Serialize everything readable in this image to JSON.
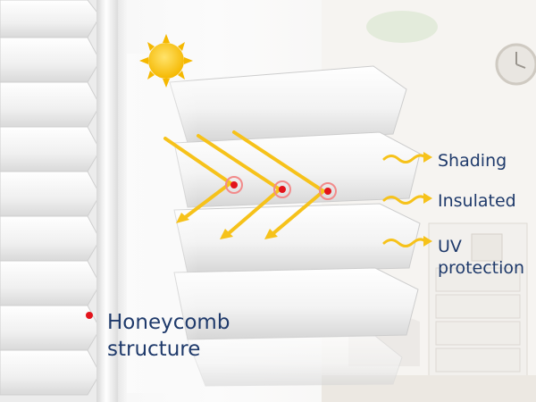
{
  "labels": {
    "shading": "Shading",
    "insulated": "Insulated",
    "uv_line1": "UV",
    "uv_line2": "protection",
    "honeycomb_line1": "Honeycomb",
    "honeycomb_line2": "structure"
  },
  "colors": {
    "label_text": "#1f3a6b",
    "sun": "#f5b800",
    "arrow": "#f6c21a",
    "dot": "#e3131b"
  },
  "icons": {
    "sun": "sun-icon",
    "wave_arrow": "wavy-arrow-icon",
    "target": "heat-target-icon"
  }
}
